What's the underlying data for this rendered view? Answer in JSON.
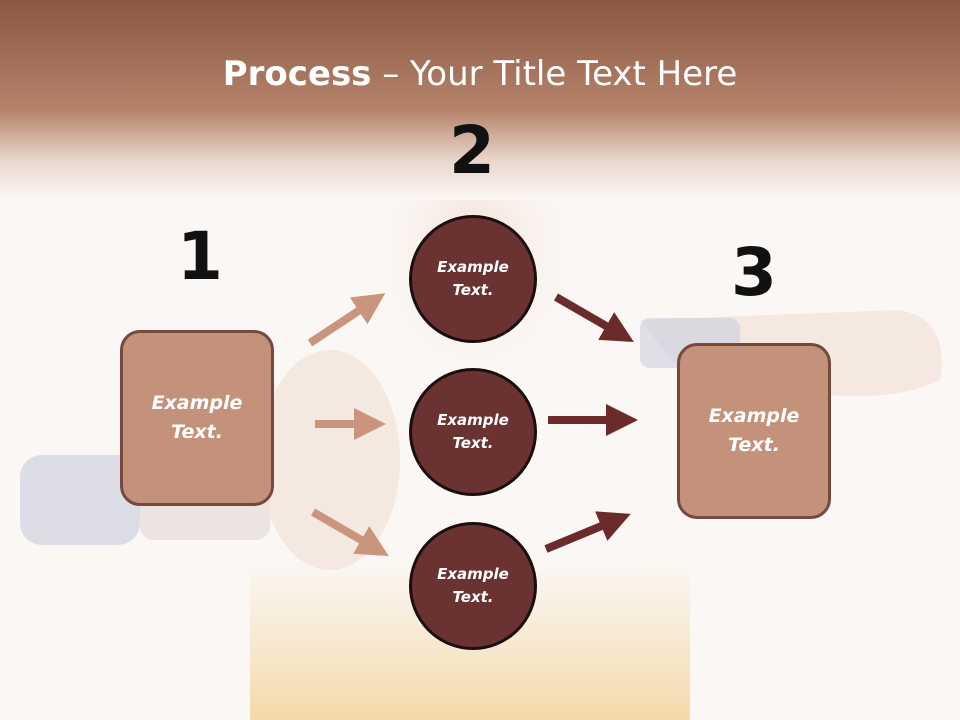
{
  "title": {
    "bold": "Process",
    "rest": " – Your Title Text Here"
  },
  "steps": [
    {
      "number": "1",
      "label_line1": "Example",
      "label_line2": "Text."
    },
    {
      "number": "2",
      "label_line1": "Example",
      "label_line2": "Text."
    },
    {
      "number": "3",
      "label_line1": "Example",
      "label_line2": "Text."
    }
  ],
  "middle_circles": [
    {
      "line1": "Example",
      "line2": "Text."
    },
    {
      "line1": "Example",
      "line2": "Text."
    },
    {
      "line1": "Example",
      "line2": "Text."
    }
  ],
  "colors": {
    "header_band": "#8f5a44",
    "box_fill": "#c4917a",
    "box_border": "#734a3d",
    "circle_fill": "#6b3232",
    "arrow_light": "#c9957d",
    "arrow_dark": "#6b2b2b"
  }
}
